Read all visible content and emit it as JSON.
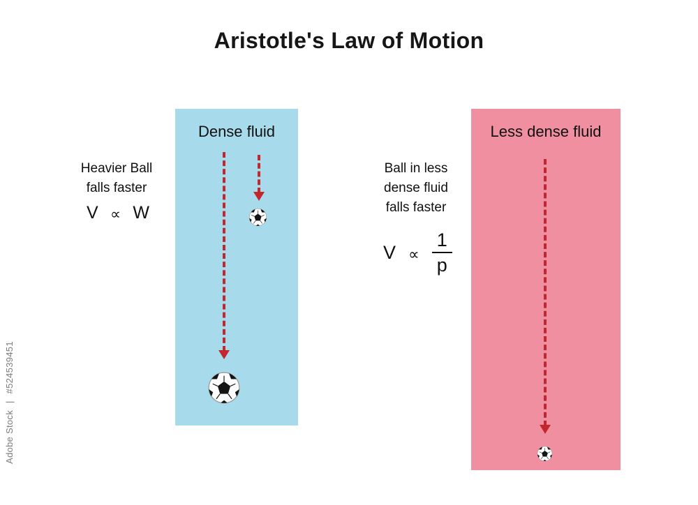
{
  "title": "Aristotle's Law of Motion",
  "watermark": {
    "brand": "Adobe Stock",
    "separator": "|",
    "id": "#524539451"
  },
  "dense_panel": {
    "label": "Dense fluid",
    "annotation": [
      "Heavier Ball",
      "falls faster"
    ],
    "formula": {
      "lhs": "V",
      "relation": "∝",
      "rhs": "W"
    }
  },
  "less_dense_panel": {
    "label": "Less dense fluid",
    "annotation": [
      "Ball in less",
      "dense fluid",
      "falls faster"
    ],
    "formula": {
      "lhs": "V",
      "relation": "∝",
      "numerator": "1",
      "denominator": "p"
    }
  },
  "colors": {
    "dense_fluid_bg": "#a7dbeb",
    "less_dense_fluid_bg": "#f08fa0",
    "arrow": "#c1272d"
  }
}
